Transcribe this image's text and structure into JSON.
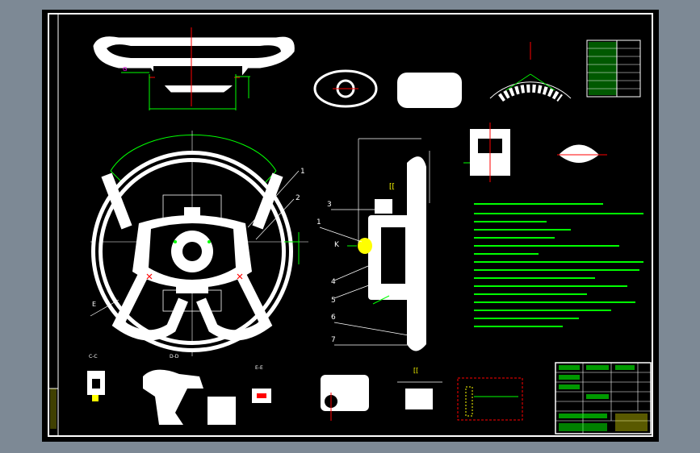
{
  "drawing": {
    "callouts": [
      "1",
      "2",
      "3",
      "1",
      "K",
      "4",
      "5",
      "6",
      "7"
    ],
    "view_labels": {
      "top": "G",
      "left_section": "E",
      "k_view": "[[",
      "small_k": "[["
    },
    "detail_titles": [
      "C-C",
      "D-D",
      "E-E"
    ],
    "title_block": {
      "rows": [
        "",
        "",
        "",
        "",
        "",
        ""
      ]
    }
  }
}
